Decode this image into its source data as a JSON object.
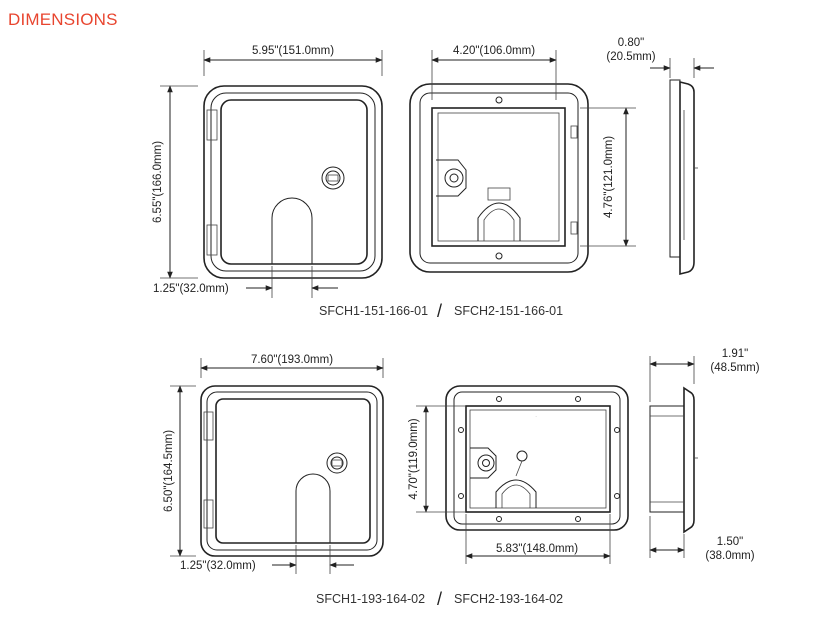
{
  "header": {
    "title": "DIMENSIONS"
  },
  "colors": {
    "title": "#e8452f",
    "lines": "#222222"
  },
  "top_set": {
    "front_width": "5.95\"(151.0mm)",
    "front_height": "6.55\"(166.0mm)",
    "front_opening": "1.25\"(32.0mm)",
    "back_width": "4.20\"(106.0mm)",
    "back_height": "4.76\"(121.0mm)",
    "side_depth_in": "0.80\"",
    "side_depth_mm": "(20.5mm)",
    "model_1": "SFCH1-151-166-01",
    "model_2": "SFCH2-151-166-01",
    "separator": "/"
  },
  "bottom_set": {
    "front_width": "7.60\"(193.0mm)",
    "front_height": "6.50\"(164.5mm)",
    "front_opening": "1.25\"(32.0mm)",
    "back_width": "5.83\"(148.0mm)",
    "back_height": "4.70\"(119.0mm)",
    "side_depth_in": "1.91\"",
    "side_depth_mm": "(48.5mm)",
    "side_flange_in": "1.50\"",
    "side_flange_mm": "(38.0mm)",
    "model_1": "SFCH1-193-164-02",
    "model_2": "SFCH2-193-164-02",
    "separator": "/"
  }
}
